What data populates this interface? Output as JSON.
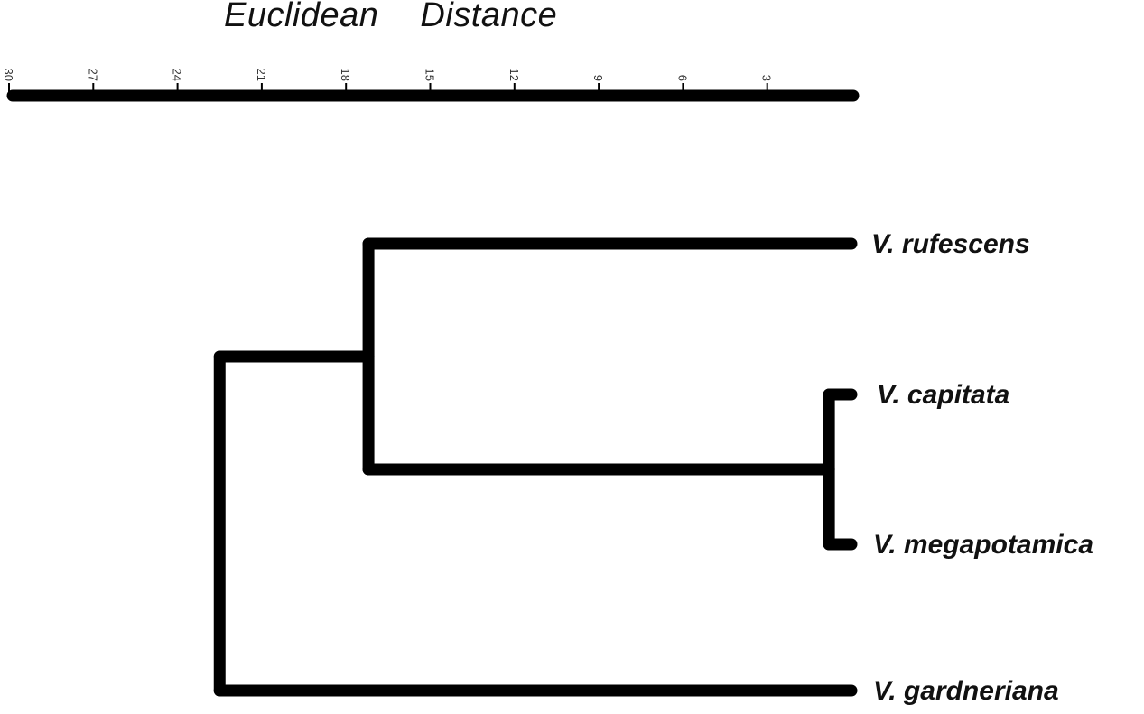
{
  "axis": {
    "title_word1": "Euclidean",
    "title_word2": "Distance",
    "ticks": [
      30,
      27,
      24,
      21,
      18,
      15,
      12,
      9,
      6,
      3
    ],
    "min": 0,
    "max": 30
  },
  "leaves": [
    {
      "id": "rufescens",
      "label": "V. rufescens"
    },
    {
      "id": "capitata",
      "label": "V. capitata"
    },
    {
      "id": "megapotamica",
      "label": "V. megapotamica"
    },
    {
      "id": "gardneriana",
      "label": "V. gardneriana"
    }
  ],
  "merges": [
    {
      "id": "cap_meg",
      "children": [
        "capitata",
        "megapotamica"
      ],
      "height": 0.8
    },
    {
      "id": "ruf_cm",
      "children": [
        "rufescens",
        "cap_meg"
      ],
      "height": 17.2
    },
    {
      "id": "root",
      "children": [
        "gardneriana",
        "ruf_cm"
      ],
      "height": 22.5
    }
  ],
  "colors": {
    "line": "#000000",
    "text": "#111111"
  }
}
